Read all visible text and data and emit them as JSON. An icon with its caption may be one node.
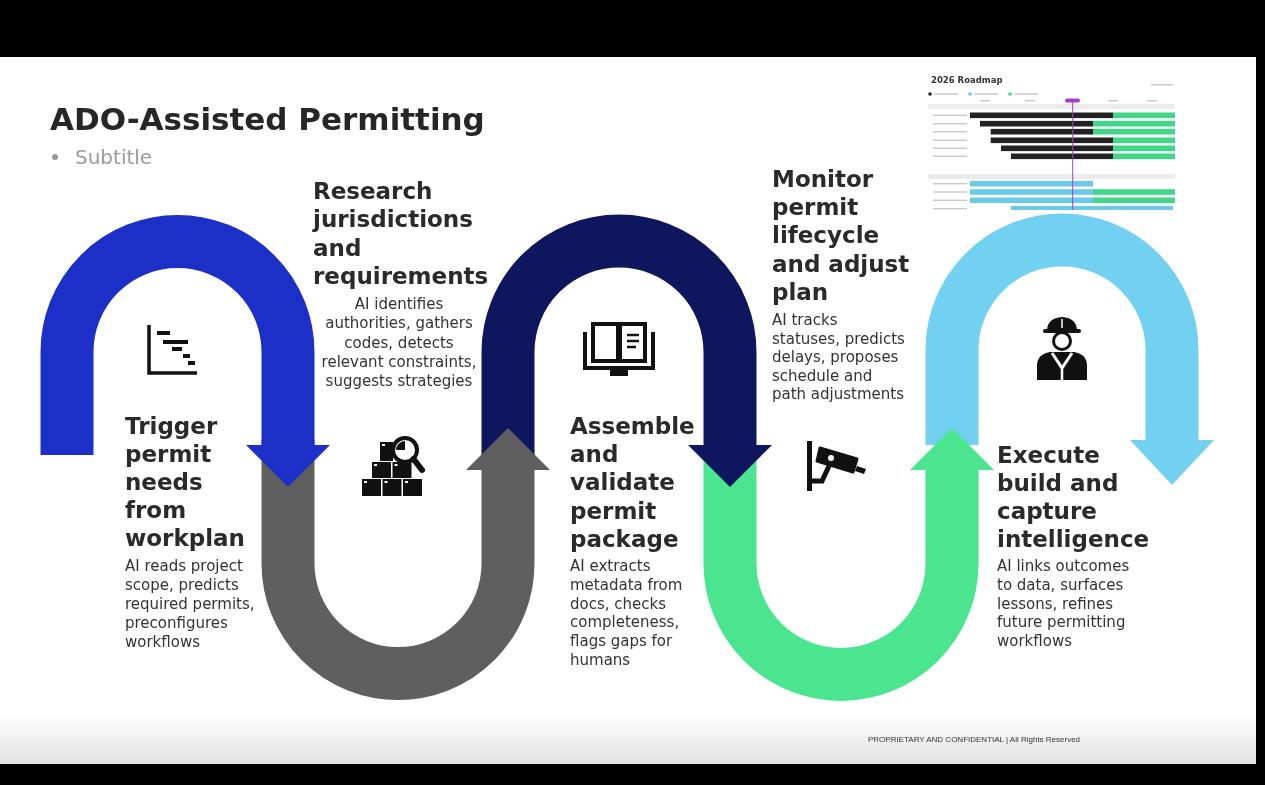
{
  "diagram": {
    "title": "ADO-Assisted Permitting",
    "nodes": [
      {
        "text": [
          "Trigger permit needs from workplan",
          "AI reads project scope, predicts required permits, preconfigures workflows"
        ]
      },
      {
        "text": [
          "Research jurisdictions and requirements",
          "AI identifies authorities, gathers codes, detects relevant constraints, suggests strategies"
        ]
      },
      {
        "text": [
          "Assemble and validate permit package",
          "AI extracts metadata from docs, checks completeness, flags gaps for humans"
        ]
      },
      {
        "text": [
          "Monitor permit lifecycle and adjust plan",
          "AI tracks statuses, predicts delays, proposes schedule and path adjustments"
        ]
      },
      {
        "text": [
          "Execute build and capture intelligence",
          "AI links outcomes to data, surfaces lessons, refines future permitting workflows"
        ]
      }
    ],
    "labels": [
      "Subtitle",
      "2026 Roadmap",
      "PROPRIETARY AND CONFIDENTIAL | All Rights Reserved"
    ]
  }
}
